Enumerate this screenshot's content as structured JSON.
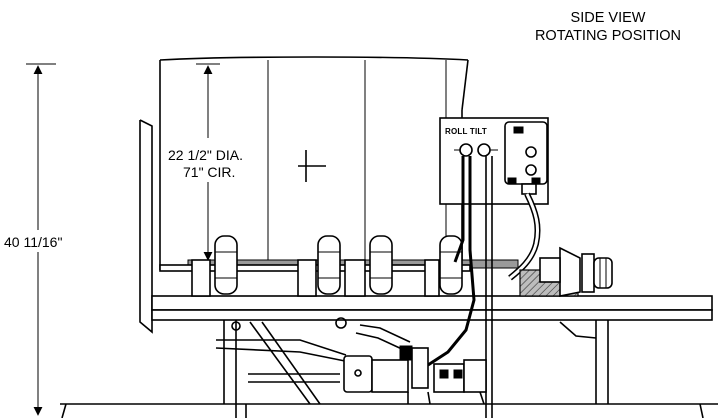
{
  "title": {
    "line1": "SIDE VIEW",
    "line2": "ROTATING POSITION"
  },
  "dimensions": {
    "diameter": "22 1/2\" DIA.",
    "circumference": "71\" CIR.",
    "height": "40 11/16\""
  },
  "control_box": {
    "label": "ROLL TILT"
  },
  "colors": {
    "line": "#000000",
    "background": "#ffffff",
    "hatch_fill": "#9a9a9a"
  }
}
